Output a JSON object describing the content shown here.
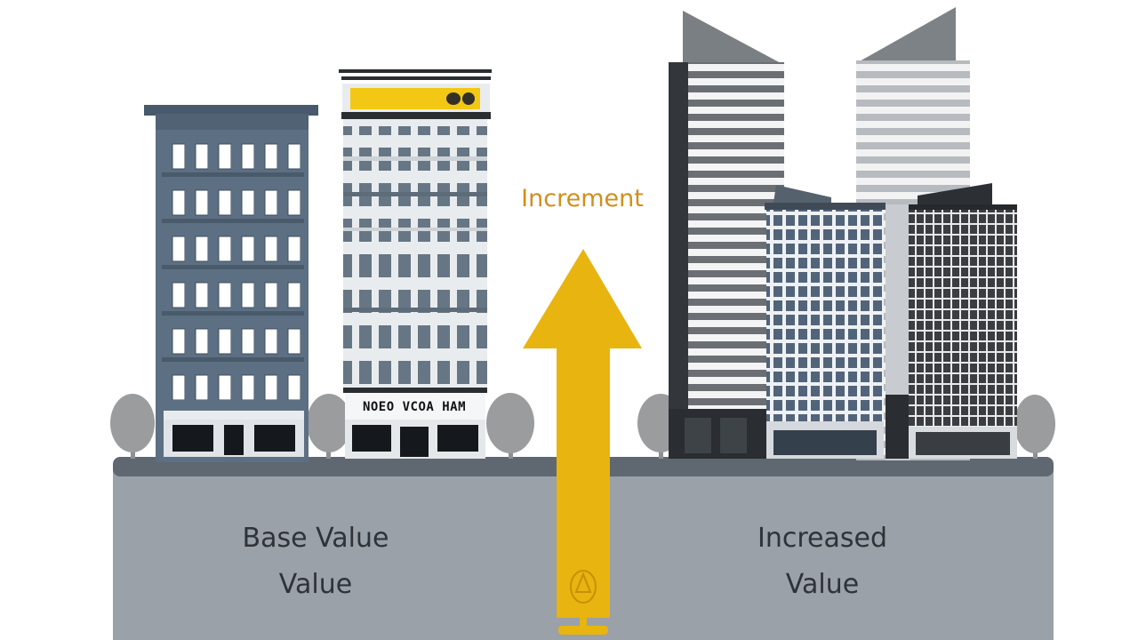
{
  "labels": {
    "increment": "Increment",
    "base_line1": "Base Value",
    "base_line2": "Value",
    "increased_line1": "Increased",
    "increased_line2": "Value"
  },
  "sign_text": "NOEO VCOA HAM",
  "colors": {
    "ground": "#9aa1a8",
    "ground_top": "#5f6870",
    "arrow": "#e8b40f",
    "increment_text": "#d08f1c",
    "brick_building": "#5d6f82",
    "tree": "#9a9c9e",
    "sign_banner": "#f2c814"
  },
  "icons": [
    "tree-icon",
    "arrow-up-icon",
    "lock-icon"
  ]
}
